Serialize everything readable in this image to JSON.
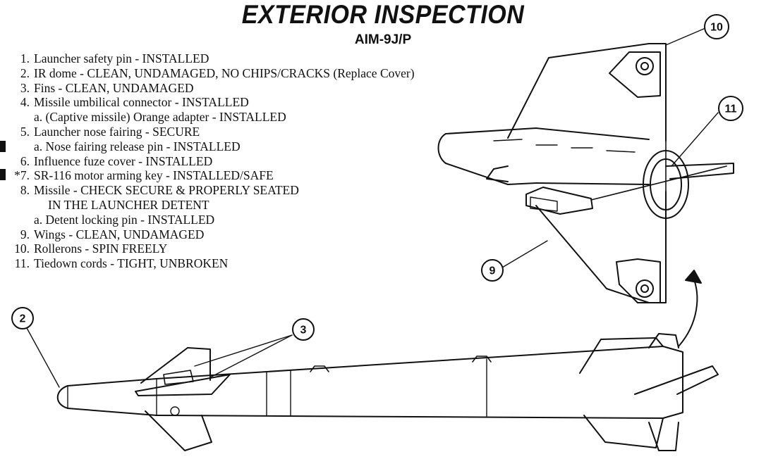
{
  "header": {
    "title": "EXTERIOR INSPECTION",
    "subtitle": "AIM-9J/P"
  },
  "checklist": [
    {
      "num": "1.",
      "text": "Launcher safety pin - INSTALLED"
    },
    {
      "num": "2.",
      "text": "IR dome - CLEAN, UNDAMAGED, NO CHIPS/CRACKS (Replace Cover)"
    },
    {
      "num": "3.",
      "text": "Fins - CLEAN, UNDAMAGED"
    },
    {
      "num": "4.",
      "text": "Missile umbilical connector - INSTALLED"
    },
    {
      "num": "a.",
      "text": "(Captive missile) Orange adapter - INSTALLED"
    },
    {
      "num": "5.",
      "text": "Launcher nose fairing - SECURE"
    },
    {
      "num": "a.",
      "text": "Nose fairing release pin - INSTALLED"
    },
    {
      "num": "6.",
      "text": "Influence fuze cover - INSTALLED"
    },
    {
      "num": "*7.",
      "text": "SR-116 motor arming key - INSTALLED/SAFE"
    },
    {
      "num": "8.",
      "text": "Missile - CHECK SECURE & PROPERLY SEATED"
    },
    {
      "num": "",
      "text": "IN THE LAUNCHER DETENT"
    },
    {
      "num": "a.",
      "text": "Detent locking pin - INSTALLED"
    },
    {
      "num": "9.",
      "text": "Wings - CLEAN, UNDAMAGED"
    },
    {
      "num": "10.",
      "text": "Rollerons - SPIN FREELY"
    },
    {
      "num": "11.",
      "text": "Tiedown cords - TIGHT, UNBROKEN"
    }
  ],
  "callouts": {
    "c2": "2",
    "c3": "3",
    "c9": "9",
    "c10": "10",
    "c11": "11"
  }
}
